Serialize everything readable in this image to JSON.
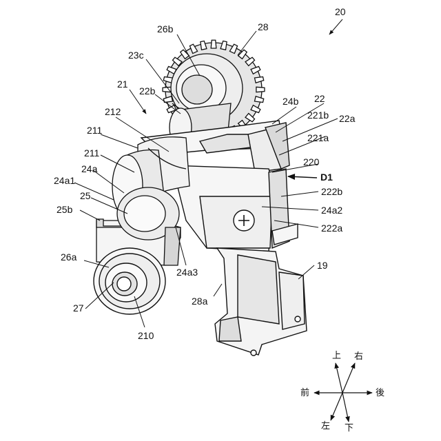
{
  "figure_number": "20",
  "labels": {
    "l26b": "26b",
    "l28": "28",
    "l23c": "23c",
    "l21": "21",
    "l22b": "22b",
    "l24b": "24b",
    "l22": "22",
    "l212": "212",
    "l221b": "221b",
    "l22a": "22a",
    "l211a": "211",
    "l221a": "221a",
    "l211b": "211",
    "l220": "220",
    "l24a": "24a",
    "lD1": "D1",
    "l24a1": "24a1",
    "l222b": "222b",
    "l25": "25",
    "l24a2": "24a2",
    "l25b": "25b",
    "l222a": "222a",
    "l26a": "26a",
    "l24a3": "24a3",
    "l19": "19",
    "l28a": "28a",
    "l27": "27",
    "l210": "210"
  },
  "directions": {
    "up": "上",
    "right": "右",
    "front": "前",
    "back": "後",
    "left": "左",
    "down": "下"
  },
  "colors": {
    "line": "#111111",
    "fill_light": "#f2f2f2",
    "fill_mid": "#d8d8d8",
    "fill_dark": "#9a9a9a"
  }
}
